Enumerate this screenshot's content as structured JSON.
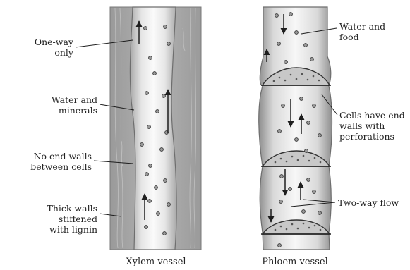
{
  "labels": {
    "one_way": "One-way\nonly",
    "water_minerals": "Water and\nminerals",
    "no_end_walls": "No end walls\nbetween cells",
    "thick_walls": "Thick walls\nstiffened\nwith lignin",
    "water_food": "Water and\nfood",
    "cells_end_walls": "Cells have end\nwalls with\nperforations",
    "two_way": "Two-way flow"
  },
  "captions": {
    "xylem": "Xylem vessel",
    "phloem": "Phloem vessel"
  },
  "colors": {
    "wall_dark": "#8f8f8f",
    "wall_mid": "#b9b9b9",
    "lumen_light": "#f2f2f2",
    "ink": "#1e1e1e"
  }
}
